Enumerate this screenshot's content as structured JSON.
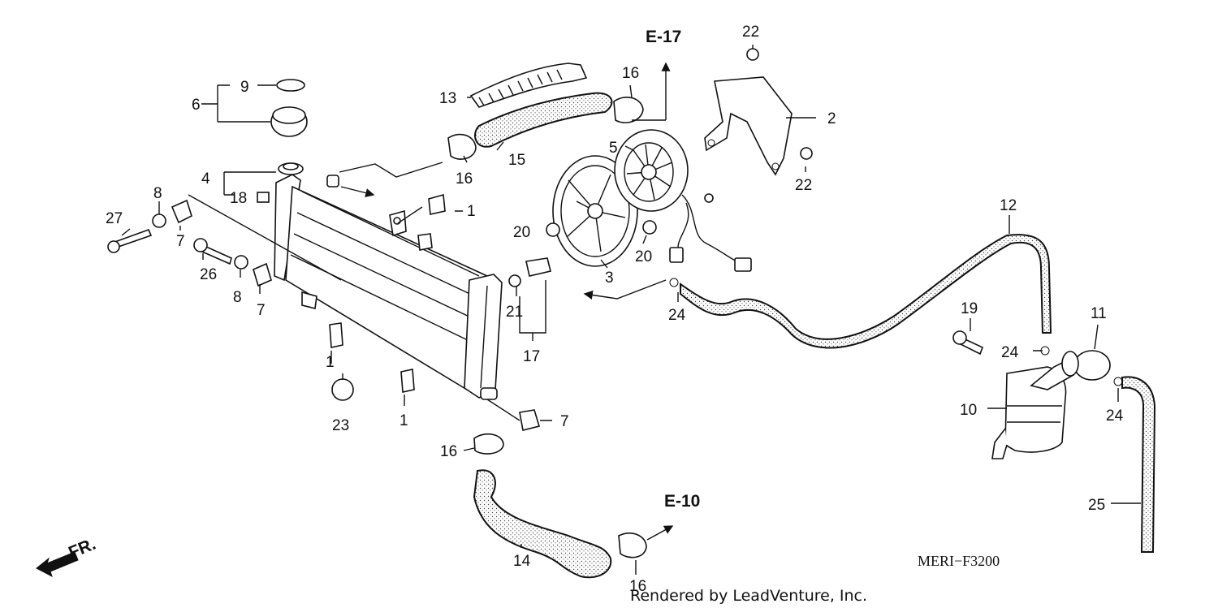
{
  "diagram": {
    "part_labels": [
      {
        "id": "1a",
        "text": "1"
      },
      {
        "id": "1b",
        "text": "1"
      },
      {
        "id": "1c",
        "text": "1"
      },
      {
        "id": "2",
        "text": "2"
      },
      {
        "id": "3",
        "text": "3"
      },
      {
        "id": "4",
        "text": "4"
      },
      {
        "id": "5",
        "text": "5"
      },
      {
        "id": "6",
        "text": "6"
      },
      {
        "id": "7a",
        "text": "7"
      },
      {
        "id": "7b",
        "text": "7"
      },
      {
        "id": "7c",
        "text": "7"
      },
      {
        "id": "8a",
        "text": "8"
      },
      {
        "id": "8b",
        "text": "8"
      },
      {
        "id": "9",
        "text": "9"
      },
      {
        "id": "10",
        "text": "10"
      },
      {
        "id": "11",
        "text": "11"
      },
      {
        "id": "12",
        "text": "12"
      },
      {
        "id": "13",
        "text": "13"
      },
      {
        "id": "14",
        "text": "14"
      },
      {
        "id": "15",
        "text": "15"
      },
      {
        "id": "16a",
        "text": "16"
      },
      {
        "id": "16b",
        "text": "16"
      },
      {
        "id": "16c",
        "text": "16"
      },
      {
        "id": "16d",
        "text": "16"
      },
      {
        "id": "17",
        "text": "17"
      },
      {
        "id": "18",
        "text": "18"
      },
      {
        "id": "19",
        "text": "19"
      },
      {
        "id": "20a",
        "text": "20"
      },
      {
        "id": "20b",
        "text": "20"
      },
      {
        "id": "21",
        "text": "21"
      },
      {
        "id": "22a",
        "text": "22"
      },
      {
        "id": "22b",
        "text": "22"
      },
      {
        "id": "23",
        "text": "23"
      },
      {
        "id": "24a",
        "text": "24"
      },
      {
        "id": "24b",
        "text": "24"
      },
      {
        "id": "24c",
        "text": "24"
      },
      {
        "id": "25",
        "text": "25"
      },
      {
        "id": "26",
        "text": "26"
      },
      {
        "id": "27",
        "text": "27"
      }
    ],
    "ref_e17": "E-17",
    "ref_e10": "E-10",
    "front_marker": "FR.",
    "diagram_code": "MERI−F3200",
    "credit": "Rendered by LeadVenture, Inc."
  },
  "colors": {
    "ink": "#111111",
    "background": "#ffffff"
  }
}
